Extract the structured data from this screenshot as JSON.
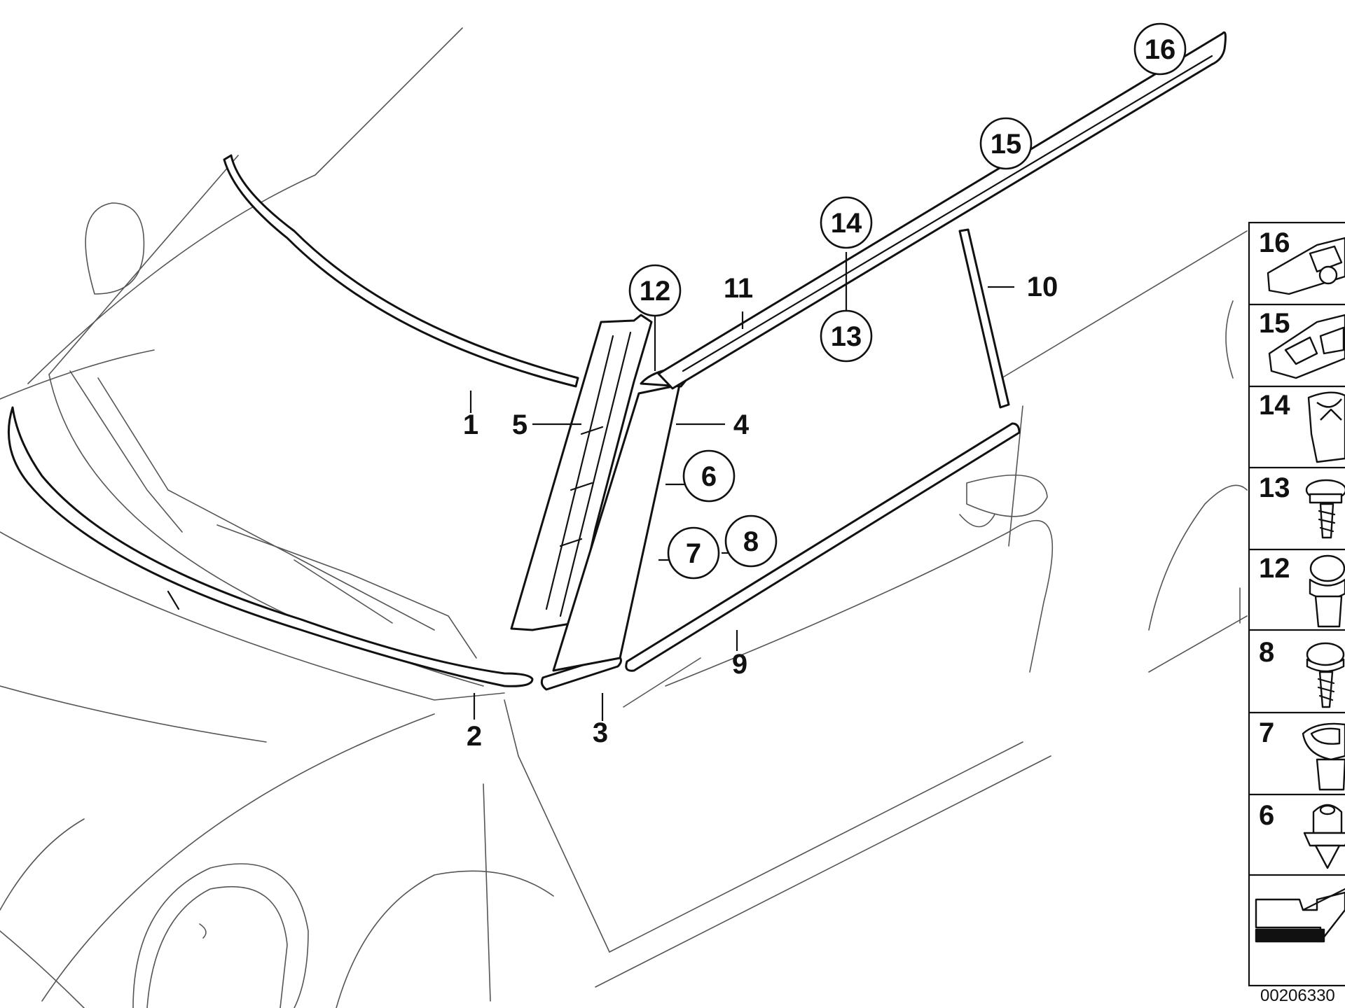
{
  "diagram": {
    "reference_code": "00206330",
    "callouts": {
      "c1": "1",
      "c2": "2",
      "c3": "3",
      "c4": "4",
      "c5": "5",
      "c6": "6",
      "c7": "7",
      "c8": "8",
      "c9": "9",
      "c10": "10",
      "c11": "11",
      "c12": "12",
      "c13": "13",
      "c14": "14",
      "c15": "15",
      "c16": "16"
    },
    "legend": [
      {
        "label": "16",
        "icon": "clip-16-icon"
      },
      {
        "label": "15",
        "icon": "clip-15-icon"
      },
      {
        "label": "14",
        "icon": "nut-clip-14-icon"
      },
      {
        "label": "13",
        "icon": "screw-13-icon"
      },
      {
        "label": "12",
        "icon": "expanding-nut-12-icon"
      },
      {
        "label": "8",
        "icon": "screw-8-icon"
      },
      {
        "label": "7",
        "icon": "grommet-7-icon"
      },
      {
        "label": "6",
        "icon": "plug-6-icon"
      },
      {
        "label": "",
        "icon": "vehicle-orientation-arrow-icon"
      }
    ]
  }
}
